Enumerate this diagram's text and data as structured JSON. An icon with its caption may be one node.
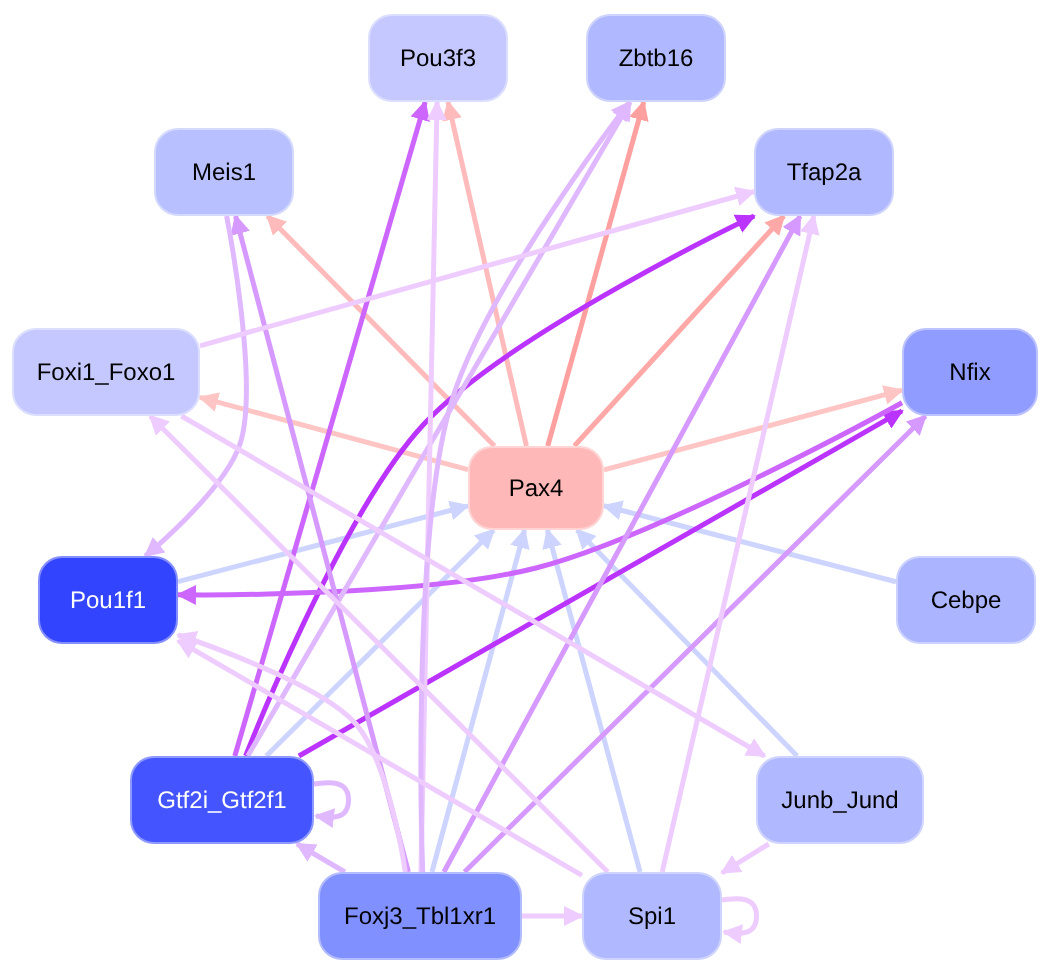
{
  "diagram": {
    "nodes": [
      {
        "text": [
          "Pou3f3"
        ]
      },
      {
        "text": [
          "Zbtb16"
        ]
      },
      {
        "text": [
          "Meis1"
        ]
      },
      {
        "text": [
          "Tfap2a"
        ]
      },
      {
        "text": [
          "Foxi1_Foxo1"
        ]
      },
      {
        "text": [
          "Nfix"
        ]
      },
      {
        "text": [
          "Pax4"
        ]
      },
      {
        "text": [
          "Pou1f1"
        ]
      },
      {
        "text": [
          "Cebpe"
        ]
      },
      {
        "text": [
          "Gtf2i_Gtf2f1"
        ]
      },
      {
        "text": [
          "Junb_Jund"
        ]
      },
      {
        "text": [
          "Foxj3_Tbl1xr1"
        ]
      },
      {
        "text": [
          "Spi1"
        ]
      }
    ],
    "edges": [
      {
        "from": 6,
        "to": 0,
        "arrow": "to",
        "color": "#ffbbbb"
      },
      {
        "from": 6,
        "to": 1,
        "arrow": "to",
        "color": "#ffa0a0"
      },
      {
        "from": 6,
        "to": 2,
        "arrow": "to",
        "color": "#ffbbbb"
      },
      {
        "from": 6,
        "to": 3,
        "arrow": "to",
        "color": "#ffa8a8"
      },
      {
        "from": 6,
        "to": 4,
        "arrow": "to",
        "color": "#ffc4c4"
      },
      {
        "from": 6,
        "to": 5,
        "arrow": "to",
        "color": "#ffc4c4"
      },
      {
        "from": 7,
        "to": 6,
        "arrow": "to",
        "color": "#ccd4ff"
      },
      {
        "from": 8,
        "to": 6,
        "arrow": "to",
        "color": "#ccd4ff"
      },
      {
        "from": 10,
        "to": 6,
        "arrow": "to",
        "color": "#ccd4ff"
      },
      {
        "from": 12,
        "to": 6,
        "arrow": "to",
        "color": "#ccd4ff"
      },
      {
        "from": 11,
        "to": 6,
        "arrow": "to",
        "color": "#ccd4ff"
      },
      {
        "from": 9,
        "to": 6,
        "arrow": "to",
        "color": "#ccd4ff"
      },
      {
        "from": 9,
        "to": 0,
        "arrow": "to",
        "color": "#cc66ff"
      },
      {
        "from": 9,
        "to": 3,
        "arrow": "to",
        "color": "#bb33ff"
      },
      {
        "from": 9,
        "to": 5,
        "arrow": "to",
        "color": "#bb33ff"
      },
      {
        "from": 5,
        "to": 7,
        "arrow": "to",
        "color": "#cc66ff"
      },
      {
        "from": 9,
        "to": 1,
        "arrow": "to",
        "color": "#e0b8ff"
      },
      {
        "from": 9,
        "to": 9,
        "arrow": "to",
        "color": "#e0b8ff"
      },
      {
        "from": 11,
        "to": 2,
        "arrow": "to",
        "color": "#d699ff"
      },
      {
        "from": 11,
        "to": 0,
        "arrow": "to",
        "color": "#eeccff"
      },
      {
        "from": 11,
        "to": 1,
        "arrow": "to",
        "color": "#e0b8ff"
      },
      {
        "from": 11,
        "to": 3,
        "arrow": "to",
        "color": "#d699ff"
      },
      {
        "from": 11,
        "to": 5,
        "arrow": "to",
        "color": "#d699ff"
      },
      {
        "from": 11,
        "to": 7,
        "arrow": "to",
        "color": "#eeccff"
      },
      {
        "from": 11,
        "to": 9,
        "arrow": "to",
        "color": "#e0b8ff"
      },
      {
        "from": 11,
        "to": 12,
        "arrow": "to",
        "color": "#eeccff"
      },
      {
        "from": 2,
        "to": 7,
        "arrow": "to",
        "color": "#e0b8ff"
      },
      {
        "from": 4,
        "to": 3,
        "arrow": "to",
        "color": "#eeccff"
      },
      {
        "from": 4,
        "to": 10,
        "arrow": "to",
        "color": "#eeccff"
      },
      {
        "from": 12,
        "to": 3,
        "arrow": "to",
        "color": "#eeccff"
      },
      {
        "from": 12,
        "to": 12,
        "arrow": "to",
        "color": "#eeccff"
      },
      {
        "from": 10,
        "to": 12,
        "arrow": "to",
        "color": "#eeccff"
      },
      {
        "from": 12,
        "to": 4,
        "arrow": "to",
        "color": "#eeccff"
      },
      {
        "from": 12,
        "to": 7,
        "arrow": "to",
        "color": "#eeccff"
      }
    ]
  }
}
